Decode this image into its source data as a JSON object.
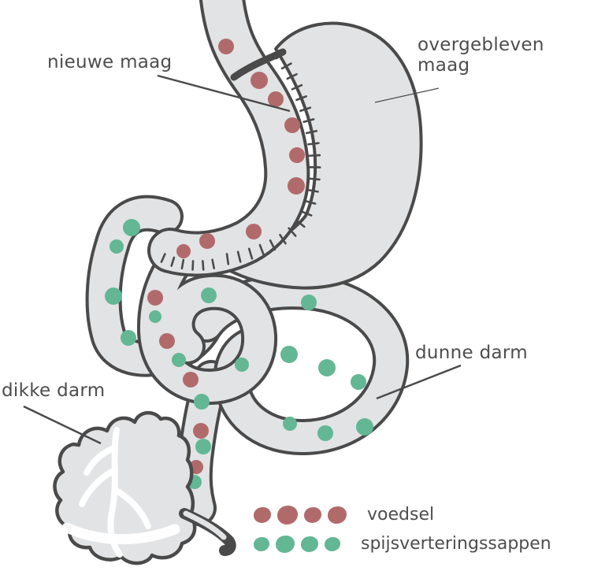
{
  "diagram_title": "gastric bypass anatomy diagram",
  "labels": {
    "new_stomach": "nieuwe maag",
    "remaining_stomach": "overgebleven maag",
    "small_intestine": "dunne darm",
    "large_intestine": "dikke darm"
  },
  "legend": {
    "items": [
      {
        "id": "food",
        "label": "voedsel",
        "color": "#b16a6a",
        "dot_count": 4
      },
      {
        "id": "digestive-juices",
        "label": "spijsverteringssappen",
        "color": "#63b794",
        "dot_count": 4
      }
    ]
  },
  "colors": {
    "food": "#b16a6a",
    "juice": "#63b794",
    "outline": "#4a4a4a",
    "organfill": "#e2e3e4",
    "text": "#4d4d4d",
    "bg": "#ffffff"
  },
  "particles": {
    "food_pouch": [
      [
        287,
        59,
        10
      ],
      [
        329,
        102,
        11
      ],
      [
        350,
        126,
        10
      ],
      [
        371,
        159,
        10
      ],
      [
        377,
        197,
        10
      ],
      [
        376,
        236,
        11
      ],
      [
        322,
        294,
        10
      ],
      [
        263,
        306,
        10
      ],
      [
        233,
        319,
        9
      ]
    ],
    "food_intestine": [
      [
        197,
        378,
        10
      ],
      [
        212,
        433,
        10
      ],
      [
        242,
        482,
        10
      ],
      [
        255,
        547,
        10
      ],
      [
        249,
        593,
        9
      ]
    ],
    "juice_intestine": [
      [
        167,
        289,
        11
      ],
      [
        148,
        313,
        9
      ],
      [
        144,
        376,
        11
      ],
      [
        163,
        429,
        10
      ],
      [
        197,
        402,
        8
      ],
      [
        265,
        375,
        10
      ],
      [
        227,
        457,
        9
      ],
      [
        307,
        463,
        9
      ],
      [
        256,
        510,
        10
      ],
      [
        258,
        567,
        10
      ],
      [
        247,
        612,
        9
      ],
      [
        392,
        384,
        10
      ],
      [
        367,
        450,
        11
      ],
      [
        415,
        467,
        11
      ],
      [
        455,
        485,
        10
      ],
      [
        368,
        538,
        9
      ],
      [
        413,
        550,
        10
      ],
      [
        463,
        542,
        11
      ]
    ]
  }
}
